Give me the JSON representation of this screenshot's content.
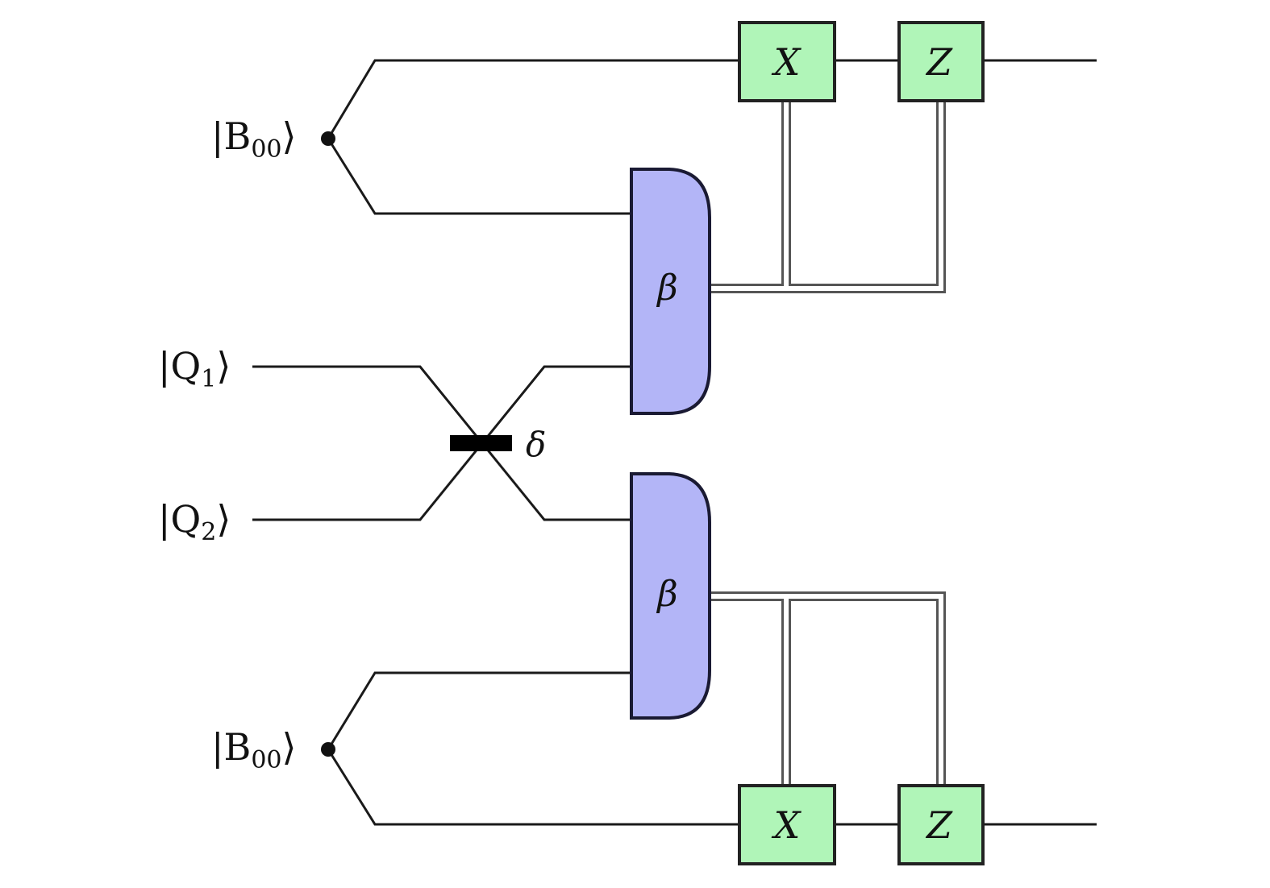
{
  "diagram": {
    "type": "quantum-circuit",
    "inputs": [
      {
        "id": "bell_top",
        "prefix": "|B",
        "sub": "00",
        "suffix": "⟩"
      },
      {
        "id": "q1",
        "prefix": "|Q",
        "sub": "1",
        "suffix": "⟩"
      },
      {
        "id": "q2",
        "prefix": "|Q",
        "sub": "2",
        "suffix": "⟩"
      },
      {
        "id": "bell_bottom",
        "prefix": "|B",
        "sub": "00",
        "suffix": "⟩"
      }
    ],
    "beam_splitter": {
      "label": "δ"
    },
    "measurements": [
      {
        "id": "meas_top",
        "label": "β"
      },
      {
        "id": "meas_bottom",
        "label": "β"
      }
    ],
    "gates": [
      {
        "id": "x_top",
        "label": "X"
      },
      {
        "id": "z_top",
        "label": "Z"
      },
      {
        "id": "x_bottom",
        "label": "X"
      },
      {
        "id": "z_bottom",
        "label": "Z"
      }
    ],
    "colors": {
      "gate_fill": "#b0f5b8",
      "measurement_fill": "#b3b5f7",
      "wire": "#1a1a1a",
      "classical_wire": "#555555"
    }
  }
}
